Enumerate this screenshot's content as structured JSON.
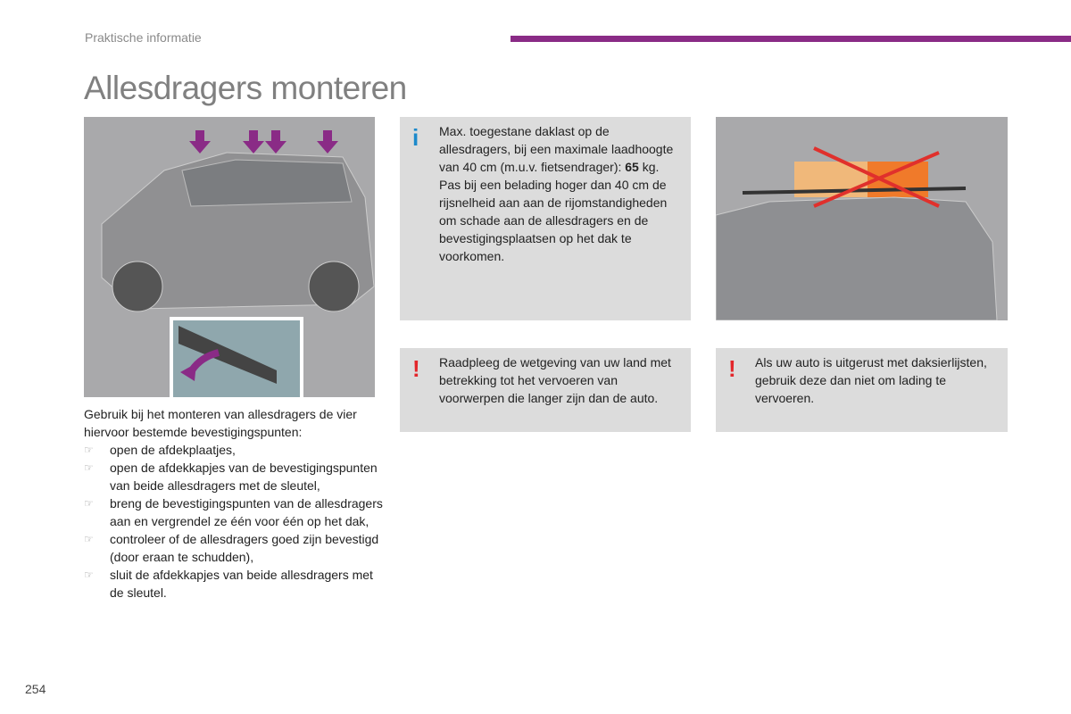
{
  "header": {
    "section": "Praktische informatie",
    "title": "Allesdragers monteren",
    "accent_color": "#8a2b86"
  },
  "info_box": {
    "icon": "info-icon",
    "lines_before_bold": "Max. toegestane daklast op de allesdragers, bij een maximale laadhoogte van 40 cm (m.u.v. fietsendrager): ",
    "bold": "65",
    "after_bold": " kg.",
    "second": "Pas bij een belading hoger dan 40 cm de rijsnelheid aan aan de rijomstandigheden om schade aan de allesdragers en de bevestigingsplaatsen op het dak te voorkomen."
  },
  "warning_1": {
    "icon": "!",
    "text": "Raadpleeg de wetgeving van uw land met betrekking tot het vervoeren van voorwerpen die langer zijn dan de auto."
  },
  "warning_2": {
    "icon": "!",
    "text": "Als uw auto is uitgerust met daksierlijsten, gebruik deze dan niet om lading te vervoeren."
  },
  "body": {
    "intro": "Gebruik bij het monteren van allesdragers de vier hiervoor bestemde bevestigingspunten:",
    "steps": [
      "open de afdekplaatjes,",
      "open de afdekkapjes van de bevestigingspunten van beide allesdragers met de sleutel,",
      "breng de bevestigingspunten van de allesdragers aan en vergrendel ze één voor één op het dak,",
      "controleer of de allesdragers goed zijn bevestigd (door eraan te schudden),",
      "sluit de afdekkapjes van beide allesdragers met de sleutel."
    ]
  },
  "page_number": "254"
}
